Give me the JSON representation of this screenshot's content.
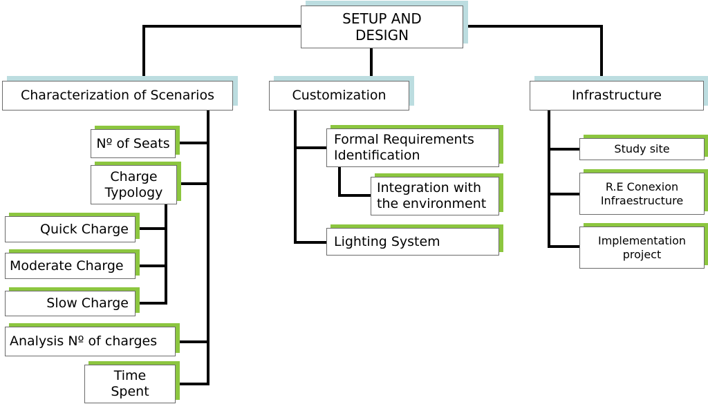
{
  "diagram": {
    "root": {
      "label": "SETUP AND\nDESIGN"
    },
    "branches": {
      "scenarios": {
        "label": "Characterization of Scenarios",
        "children": {
          "seats": "Nº of Seats",
          "charge_typology": "Charge\nTypology",
          "quick_charge": "Quick Charge",
          "moderate_charge": "Moderate Charge",
          "slow_charge": "Slow Charge",
          "analysis_charges": "Analysis Nº of charges",
          "time_spent": "Time\nSpent"
        }
      },
      "customization": {
        "label": "Customization",
        "children": {
          "formal_requirements": "Formal Requirements\nIdentification",
          "integration": "Integration with\nthe environment",
          "lighting": "Lighting System"
        }
      },
      "infrastructure": {
        "label": "Infrastructure",
        "children": {
          "study_site": "Study site",
          "re_conexion": "R.E Conexion\nInfraestructure",
          "implementation": "Implementation\nproject"
        }
      }
    },
    "colors": {
      "connector": "#000000",
      "box_border": "#6a6a6a",
      "accent_teal": "#bcdde0",
      "accent_green": "#8cc63f"
    }
  }
}
